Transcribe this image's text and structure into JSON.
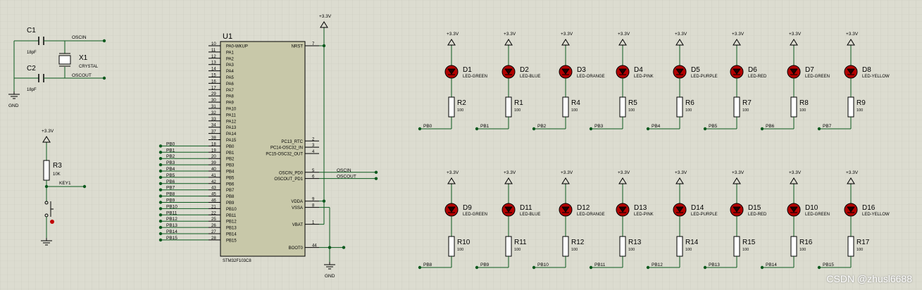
{
  "watermark": "CSDN @zhusl6688",
  "colors": {
    "background": "#dcdcd0",
    "grid": "#c9c9bd",
    "wire": "#0b5a1e",
    "line": "#000000",
    "led": "#b30000",
    "chip": "#c8c8a9",
    "resistor": "#ffffff",
    "dot": "#0b5a1e",
    "text": "#000000"
  },
  "oscillator": {
    "c1": {
      "ref": "C1",
      "value": "18pF"
    },
    "c2": {
      "ref": "C2",
      "value": "18pF"
    },
    "x1": {
      "ref": "X1",
      "type": "CRYSTAL"
    },
    "net_in": "OSCIN",
    "net_out": "OSCOUT",
    "gnd": "GND"
  },
  "reset": {
    "rail": "+3.3V",
    "r": {
      "ref": "R3",
      "value": "10K"
    },
    "net": "KEY1"
  },
  "mcu": {
    "ref": "U1",
    "part": "STM32F103C8",
    "left_pins": [
      {
        "num": "10",
        "name": "PA0-WKUP"
      },
      {
        "num": "11",
        "name": "PA1"
      },
      {
        "num": "12",
        "name": "PA2"
      },
      {
        "num": "13",
        "name": "PA3"
      },
      {
        "num": "14",
        "name": "PA4"
      },
      {
        "num": "15",
        "name": "PA5"
      },
      {
        "num": "16",
        "name": "PA6"
      },
      {
        "num": "17",
        "name": "PA7"
      },
      {
        "num": "29",
        "name": "PA8"
      },
      {
        "num": "30",
        "name": "PA9"
      },
      {
        "num": "31",
        "name": "PA10"
      },
      {
        "num": "32",
        "name": "PA11"
      },
      {
        "num": "33",
        "name": "PA12"
      },
      {
        "num": "34",
        "name": "PA13"
      },
      {
        "num": "37",
        "name": "PA14"
      },
      {
        "num": "38",
        "name": "PA15"
      },
      {
        "num": "18",
        "name": "PB0",
        "net": "PB0"
      },
      {
        "num": "19",
        "name": "PB1",
        "net": "PB1"
      },
      {
        "num": "20",
        "name": "PB2",
        "net": "PB2"
      },
      {
        "num": "39",
        "name": "PB3",
        "net": "PB3"
      },
      {
        "num": "40",
        "name": "PB4",
        "net": "PB4"
      },
      {
        "num": "41",
        "name": "PB5",
        "net": "PB5"
      },
      {
        "num": "42",
        "name": "PB6",
        "net": "PB6"
      },
      {
        "num": "43",
        "name": "PB7",
        "net": "PB7"
      },
      {
        "num": "45",
        "name": "PB8",
        "net": "PB8"
      },
      {
        "num": "46",
        "name": "PB9",
        "net": "PB9"
      },
      {
        "num": "21",
        "name": "PB10",
        "net": "PB10"
      },
      {
        "num": "22",
        "name": "PB11",
        "net": "PB11"
      },
      {
        "num": "25",
        "name": "PB12",
        "net": "PB12"
      },
      {
        "num": "26",
        "name": "PB13",
        "net": "PB13"
      },
      {
        "num": "27",
        "name": "PB14",
        "net": "PB14"
      },
      {
        "num": "28",
        "name": "PB15",
        "net": "PB15"
      }
    ],
    "right_pins": [
      {
        "num": "7",
        "name": "NRST"
      },
      {
        "num": "2",
        "name": "PC13_RTC"
      },
      {
        "num": "3",
        "name": "PC14-OSC32_IN"
      },
      {
        "num": "4",
        "name": "PC15-OSC32_OUT"
      },
      {
        "num": "5",
        "name": "OSCIN_PD0",
        "net": "OSCIN"
      },
      {
        "num": "6",
        "name": "OSCOUT_PD1",
        "net": "OSCOUT"
      },
      {
        "num": "9",
        "name": "VDDA"
      },
      {
        "num": "8",
        "name": "VSSA"
      },
      {
        "num": "1",
        "name": "VBAT"
      },
      {
        "num": "44",
        "name": "BOOT0"
      }
    ],
    "rail": "+3.3V",
    "gnd": "GND"
  },
  "led_rows": [
    [
      {
        "led": "D1",
        "type": "LED-GREEN",
        "res": "R2",
        "val": "100",
        "net": "PB0",
        "rail": "+3.3V"
      },
      {
        "led": "D2",
        "type": "LED-BLUE",
        "res": "R1",
        "val": "100",
        "net": "PB1",
        "rail": "+3.3V"
      },
      {
        "led": "D3",
        "type": "LED-ORANGE",
        "res": "R4",
        "val": "100",
        "net": "PB2",
        "rail": "+3.3V"
      },
      {
        "led": "D4",
        "type": "LED-PINK",
        "res": "R5",
        "val": "100",
        "net": "PB3",
        "rail": "+3.3V"
      },
      {
        "led": "D5",
        "type": "LED-PURPLE",
        "res": "R6",
        "val": "100",
        "net": "PB4",
        "rail": "+3.3V"
      },
      {
        "led": "D6",
        "type": "LED-RED",
        "res": "R7",
        "val": "100",
        "net": "PB5",
        "rail": "+3.3V"
      },
      {
        "led": "D7",
        "type": "LED-GREEN",
        "res": "R8",
        "val": "100",
        "net": "PB6",
        "rail": "+3.3V"
      },
      {
        "led": "D8",
        "type": "LED-YELLOW",
        "res": "R9",
        "val": "100",
        "net": "PB7",
        "rail": "+3.3V"
      }
    ],
    [
      {
        "led": "D9",
        "type": "LED-GREEN",
        "res": "R10",
        "val": "100",
        "net": "PB8",
        "rail": "+3.3V"
      },
      {
        "led": "D11",
        "type": "LED-BLUE",
        "res": "R11",
        "val": "100",
        "net": "PB9",
        "rail": "+3.3V"
      },
      {
        "led": "D12",
        "type": "LED-ORANGE",
        "res": "R12",
        "val": "100",
        "net": "PB10",
        "rail": "+3.3V"
      },
      {
        "led": "D13",
        "type": "LED-PINK",
        "res": "R13",
        "val": "100",
        "net": "PB11",
        "rail": "+3.3V"
      },
      {
        "led": "D14",
        "type": "LED-PURPLE",
        "res": "R14",
        "val": "100",
        "net": "PB12",
        "rail": "+3.3V"
      },
      {
        "led": "D15",
        "type": "LED-RED",
        "res": "R15",
        "val": "100",
        "net": "PB13",
        "rail": "+3.3V"
      },
      {
        "led": "D10",
        "type": "LED-GREEN",
        "res": "R16",
        "val": "100",
        "net": "PB14",
        "rail": "+3.3V"
      },
      {
        "led": "D16",
        "type": "LED-YELLOW",
        "res": "R17",
        "val": "100",
        "net": "PB15",
        "rail": "+3.3V"
      }
    ]
  ]
}
